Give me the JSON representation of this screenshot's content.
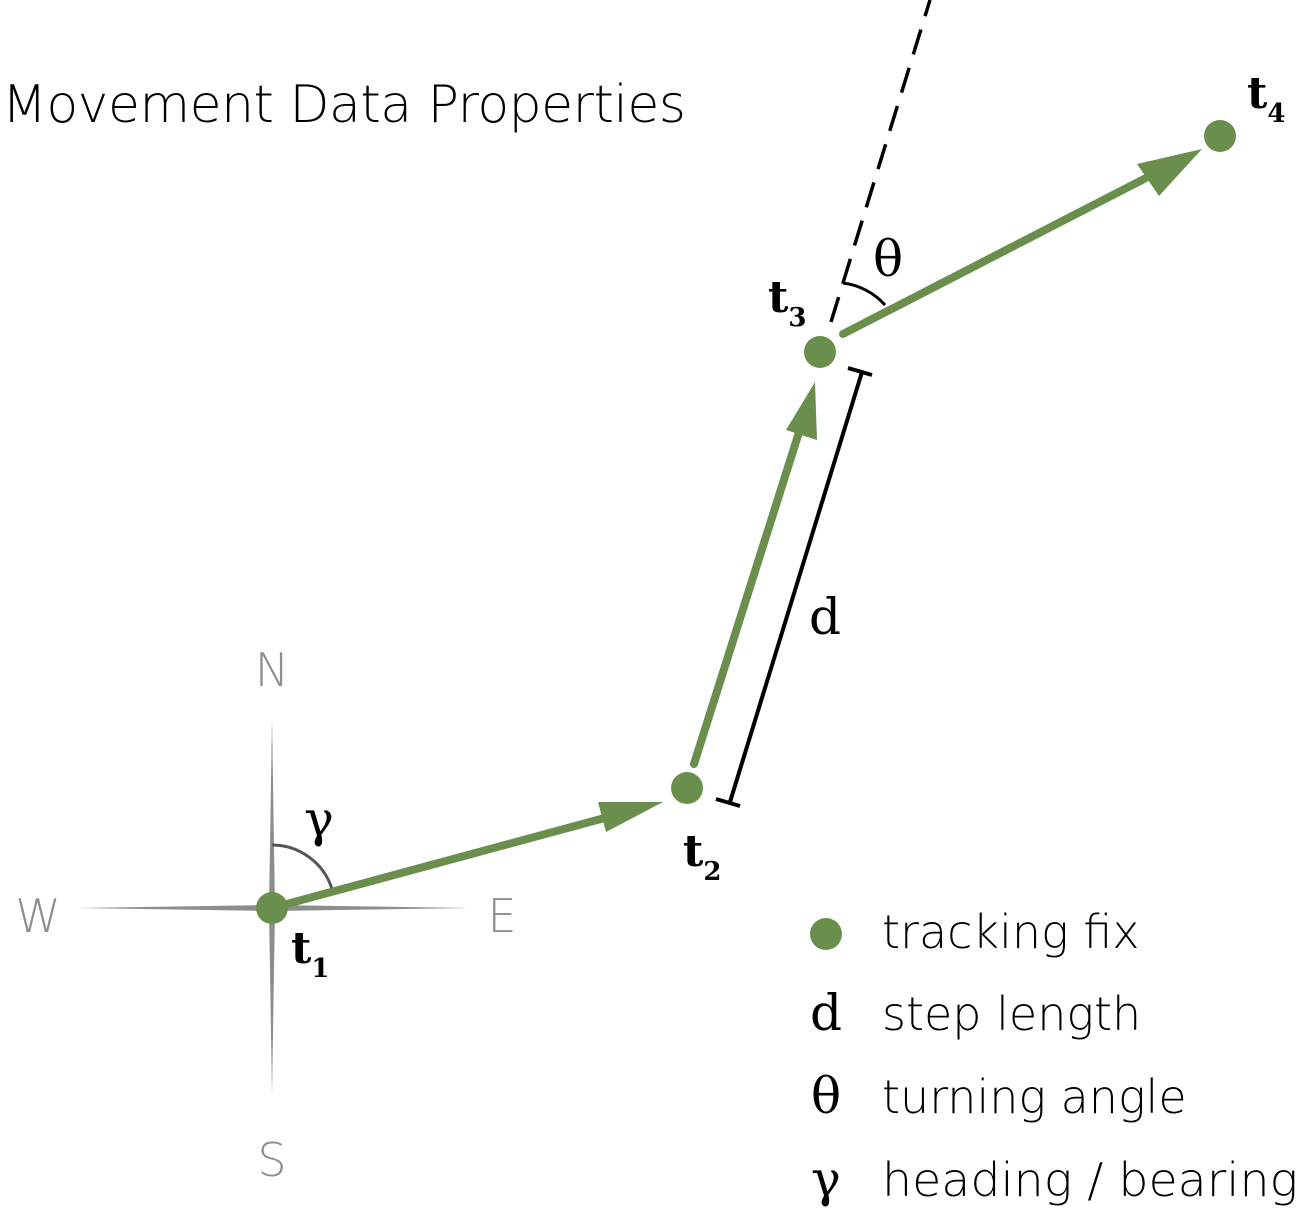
{
  "title": "Movement Data Properties",
  "colors": {
    "track": "#6a8f4d",
    "compass": "#8e8e8e",
    "ink": "#000000",
    "background": "#ffffff"
  },
  "compass": {
    "north": "N",
    "south": "S",
    "east": "E",
    "west": "W"
  },
  "fixes": [
    {
      "label": "t",
      "sub": "1"
    },
    {
      "label": "t",
      "sub": "2"
    },
    {
      "label": "t",
      "sub": "3"
    },
    {
      "label": "t",
      "sub": "4"
    }
  ],
  "symbols": {
    "heading": "γ",
    "turning": "θ",
    "step": "d"
  },
  "legend": [
    {
      "symbol": "dot",
      "icon": "tracking-fix-dot-icon",
      "label": "tracking fix"
    },
    {
      "symbol": "d",
      "label": "step length"
    },
    {
      "symbol": "θ",
      "label": "turning angle"
    },
    {
      "symbol": "γ",
      "label": "heading / bearing"
    }
  ]
}
